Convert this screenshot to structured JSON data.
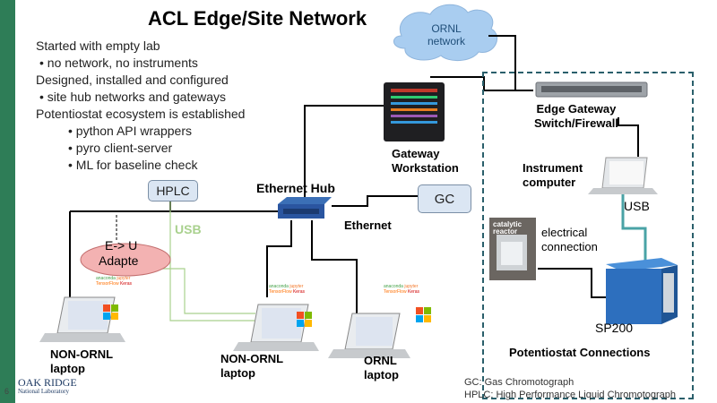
{
  "title": "ACL Edge/Site Network",
  "bullets": [
    {
      "level": 0,
      "text": "Started with empty lab"
    },
    {
      "level": 1,
      "text": "•   no network, no instruments"
    },
    {
      "level": 0,
      "text": "Designed, installed and configured"
    },
    {
      "level": 1,
      "text": "•   site hub networks and gateways"
    },
    {
      "level": 0,
      "text": "Potentiostat ecosystem is established"
    },
    {
      "level": 2,
      "text": "•   python API wrappers"
    },
    {
      "level": 2,
      "text": "•   pyro client-server"
    },
    {
      "level": 2,
      "text": "•   ML for baseline check"
    }
  ],
  "cloud_label": "ORNL\nnetwork",
  "nodes": {
    "hplc": "HPLC",
    "gc": "GC",
    "adapter_label1": "E-> U",
    "adapter_label2": "Adapte",
    "ethernet_hub": "Ethernet Hub",
    "ethernet": "Ethernet",
    "usb_left": "USB",
    "gateway_workstation": "Gateway\nWorkstation",
    "edge_gateway": "Edge Gateway\nSwitch/Firewall",
    "instrument_computer": "Instrument\ncomputer",
    "usb_right": "USB",
    "reactor_label": "catalytic\nreactor",
    "electrical_connection": "electrical\nconnection",
    "sp200": "SP200",
    "potentiostat_connections": "Potentiostat Connections",
    "laptop_non_ornl_1": "NON-ORNL\nlaptop",
    "laptop_non_ornl_2": "NON-ORNL\nlaptop",
    "laptop_ornl": "ORNL\nlaptop"
  },
  "software_logos": [
    "anaconda",
    "jupyter",
    "TensorFlow",
    "Keras"
  ],
  "footnotes": [
    "GC: Gas Chromotograph",
    "HPLC: High Performance Liquid Chromotograph"
  ],
  "page_number": "6",
  "logo": {
    "line1": "OAK RIDGE",
    "line2": "National Laboratory"
  }
}
